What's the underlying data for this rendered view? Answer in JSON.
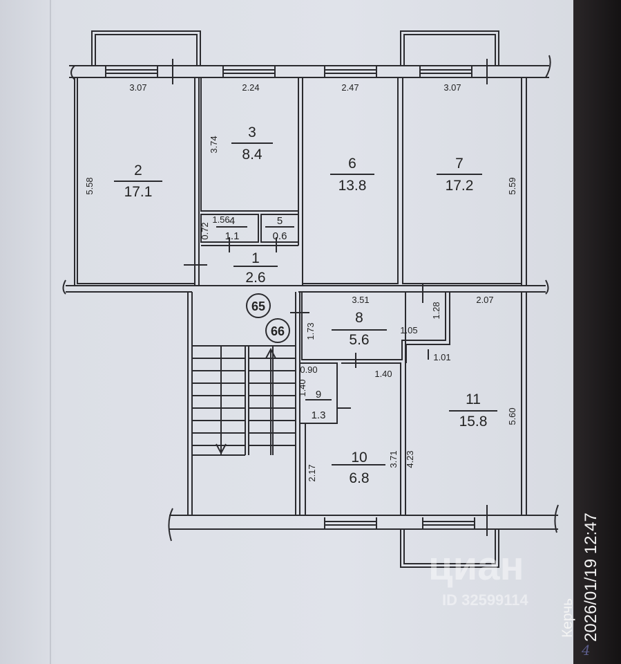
{
  "rooms": [
    {
      "no": "2",
      "area": "17.1"
    },
    {
      "no": "3",
      "area": "8.4"
    },
    {
      "no": "6",
      "area": "13.8"
    },
    {
      "no": "7",
      "area": "17.2"
    },
    {
      "no": "4",
      "area": "1.1"
    },
    {
      "no": "5",
      "area": "0.6"
    },
    {
      "no": "1",
      "area": "2.6"
    },
    {
      "no": "8",
      "area": "5.6"
    },
    {
      "no": "9",
      "area": "1.3"
    },
    {
      "no": "10",
      "area": "6.8"
    },
    {
      "no": "11",
      "area": "15.8"
    }
  ],
  "dimensions": [
    "3.07",
    "2.24",
    "2.47",
    "3.07",
    "5.58",
    "3.74",
    "5.59",
    "0.72",
    "1.56",
    "3.51",
    "2.07",
    "1.28",
    "1.73",
    "1.05",
    "1.01",
    "0.90",
    "1.40",
    "1.40",
    "2.17",
    "3.71",
    "4.23",
    "5.60"
  ],
  "apartment_markers": [
    "65",
    "66"
  ],
  "watermark": {
    "brand": "циан",
    "id": "ID 32599114"
  },
  "photo_stamp": {
    "city": "Керчь",
    "datetime": "2026/01/19 12:47"
  },
  "page_number": "4"
}
